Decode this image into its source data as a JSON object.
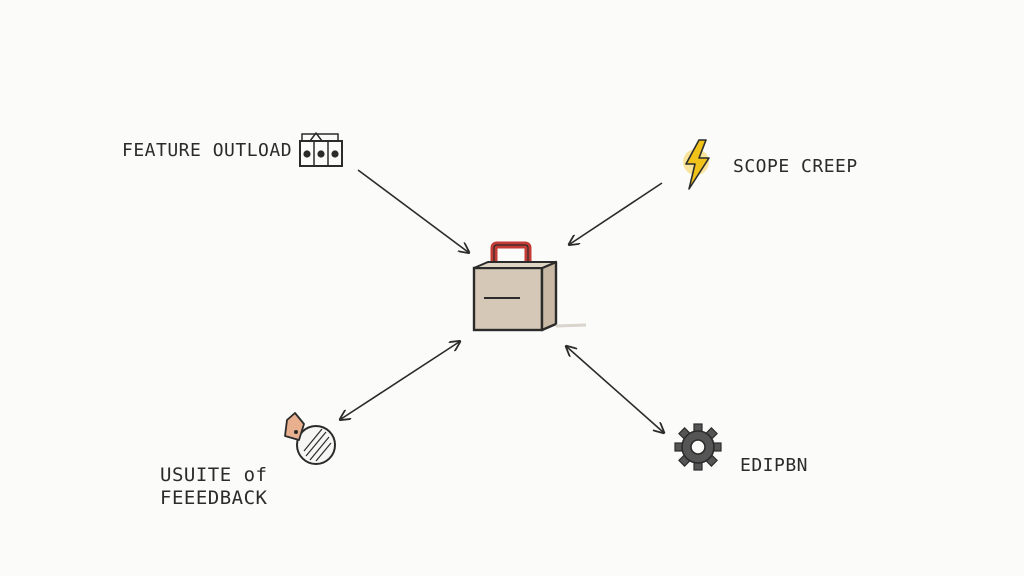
{
  "diagram": {
    "center": {
      "icon": "toolbox-icon"
    },
    "nodes": [
      {
        "id": "feature",
        "label": "FEATURE OUTLOAD",
        "icon": "blocks-icon"
      },
      {
        "id": "scope",
        "label": "SCOPE CREEP",
        "icon": "lightning-icon"
      },
      {
        "id": "feedback",
        "label_line1": "USUITE of",
        "label_line2": "FEEEDBACK",
        "icon": "feedback-tag-icon"
      },
      {
        "id": "edipbn",
        "label": "EDIPBN",
        "icon": "gear-icon"
      }
    ]
  },
  "colors": {
    "ink": "#2b2b2b",
    "toolbox_body": "#d6c8b6",
    "toolbox_handle": "#c23b35",
    "lightning": "#f0c21a",
    "tag": "#e9b08f",
    "gear": "#555555"
  }
}
